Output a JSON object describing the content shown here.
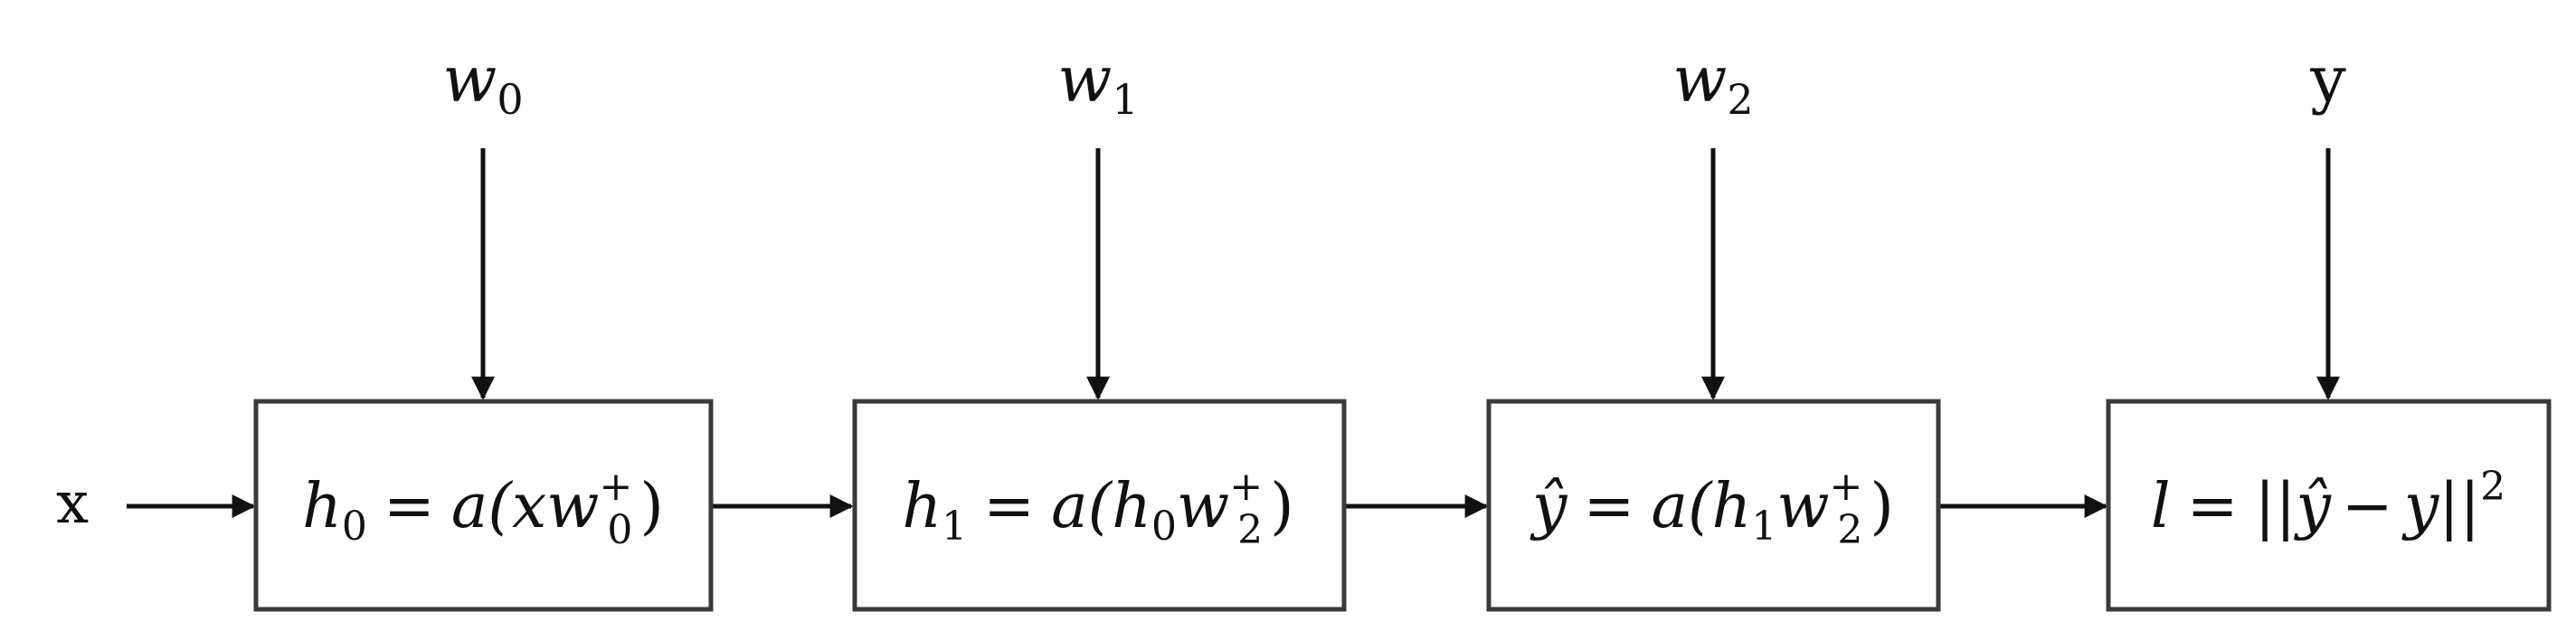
{
  "diagram": {
    "inputs": {
      "x": "x",
      "w0": {
        "base": "w",
        "sub": "0"
      },
      "w1": {
        "base": "w",
        "sub": "1"
      },
      "w2": {
        "base": "w",
        "sub": "2"
      },
      "y": "y"
    },
    "nodes": [
      {
        "id": "h0",
        "formula": {
          "lhs": "h",
          "lhs_sub": "0",
          "eq": "=",
          "a": "a(",
          "x": "x",
          "w": "w",
          "w_sup": "+",
          "w_sub": "0",
          "close": ")"
        }
      },
      {
        "id": "h1",
        "formula": {
          "lhs": "h",
          "lhs_sub": "1",
          "eq": "=",
          "a": "a(",
          "h": "h",
          "h_sub": "0",
          "w": "w",
          "w_sup": "+",
          "w_sub": "2",
          "close": ")"
        }
      },
      {
        "id": "yhat",
        "formula": {
          "lhs": "ŷ",
          "eq": "=",
          "a": "a(",
          "h": "h",
          "h_sub": "1",
          "w": "w",
          "w_sup": "+",
          "w_sub": "2",
          "close": ")"
        }
      },
      {
        "id": "loss",
        "formula": {
          "lhs": "l",
          "eq": "=",
          "open": "||",
          "yhat": "ŷ",
          "minus": "−",
          "y": "y",
          "close": "||",
          "sup": "2"
        }
      }
    ]
  },
  "colors": {
    "stroke": "#111111",
    "box_stroke": "#3a3a3a",
    "background": "#ffffff"
  }
}
